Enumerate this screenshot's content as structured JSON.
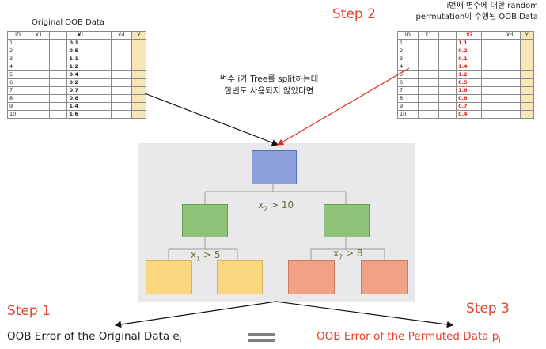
{
  "left_table": {
    "title": "Original OOB Data",
    "headers": [
      "ID",
      "X1",
      "…",
      "Xi",
      "…",
      "Xd",
      "Y"
    ],
    "ids": [
      "1",
      "2",
      "3",
      "4",
      "5",
      "6",
      "7",
      "8",
      "9",
      "10"
    ],
    "xi": [
      "0.1",
      "0.5",
      "1.1",
      "1.2",
      "0.4",
      "0.2",
      "0.7",
      "0.8",
      "1.4",
      "1.6"
    ]
  },
  "right_table": {
    "title_line1": "i번째 변수에 대한 random",
    "title_line2": "permutation이 수행된 OOB Data",
    "headers": [
      "ID",
      "X1",
      "…",
      "Xi",
      "…",
      "Xd",
      "Y"
    ],
    "ids": [
      "1",
      "2",
      "3",
      "4",
      "5",
      "6",
      "7",
      "8",
      "9",
      "10"
    ],
    "xi": [
      "1.1",
      "0.2",
      "0.1",
      "1.4",
      "1.2",
      "0.5",
      "1.6",
      "0.8",
      "0.7",
      "0.4"
    ]
  },
  "steps": {
    "step1": "Step 1",
    "step2": "Step 2",
    "step3": "Step 3"
  },
  "note": {
    "line1": "변수 i가 Tree를 split하는데",
    "line2": "한번도 사용되지 않았다면"
  },
  "tree": {
    "root_condition": {
      "var": "x",
      "sub": "2",
      "rest": " > 10"
    },
    "left_condition": {
      "var": "x",
      "sub": "1",
      "rest": " > 5"
    },
    "right_condition": {
      "var": "x",
      "sub": "7",
      "rest": " > 8"
    }
  },
  "bottom": {
    "left_text": "OOB Error of the Original Data e",
    "left_sub": "i",
    "right_text": "OOB Error of the Permuted Data p",
    "right_sub": "i"
  },
  "colors": {
    "step": "#e8412e",
    "permuted_values": "#d9231f",
    "y_column": "#f7e6b7",
    "panel": "#e9e9eb",
    "root_node": "#8d9fda",
    "mid_node": "#8fc37a",
    "left_leaf": "#fbd77e",
    "right_leaf": "#f1a184"
  }
}
